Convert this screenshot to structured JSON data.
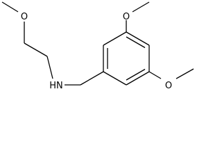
{
  "structure": {
    "atoms": {
      "o_methoxy_top": "O",
      "o_chain": "O",
      "o_methoxy_bottom": "O",
      "n_amine": "HN"
    }
  },
  "colors": {
    "bond": "#000000",
    "background": "#ffffff"
  }
}
